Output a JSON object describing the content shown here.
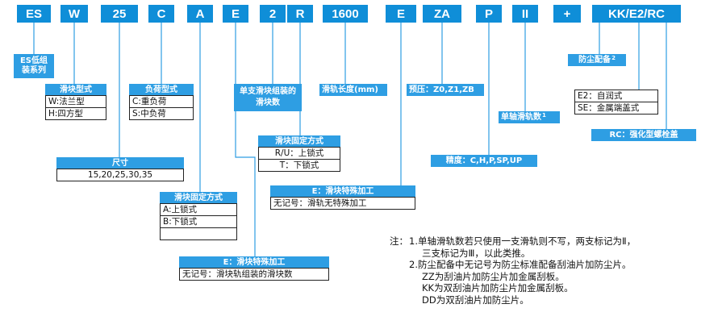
{
  "codes": [
    "ES",
    "W",
    "25",
    "C",
    "A",
    "E",
    "2",
    "R",
    "1600",
    "E",
    "ZA",
    "P",
    "II",
    "+",
    "KK/E2/RC"
  ],
  "labels": {
    "es_series": "ES低组装系列",
    "slider_type": "滑块型式",
    "load_type": "负荷型式",
    "single_rail_slider_count": "单支滑块组装的滑块数",
    "rail_length": "滑轨长度(mm)",
    "preload": "预压：Z0,Z1,ZB",
    "dust_accessory": "防尘配备",
    "dust_accessory_sup": "2",
    "size": "尺寸",
    "slider_fix": "滑块固定方式",
    "rail_fix": "滑块固定方式",
    "rail_special": "E：滑块特殊加工",
    "single_rail_count": "单轴滑轨数",
    "single_rail_count_sup": "1",
    "precision": "精度：C,H,P,SP,UP",
    "rc": "RC：强化型螺栓盖",
    "slider_special": "E：滑块特殊加工"
  },
  "tables": {
    "slider_type": [
      "W:法兰型",
      "H:四方型"
    ],
    "load_type": [
      "C:重负荷",
      "S:中负荷"
    ],
    "size": [
      "15,20,25,30,35"
    ],
    "slider_fix": [
      "A:上锁式",
      "B:下锁式",
      ""
    ],
    "rail_fix": [
      "R/U：上锁式",
      "T：下锁式"
    ],
    "rail_special": [
      "无记号：滑轨无特殊加工"
    ],
    "dust": [
      "E2：自润式",
      "SE：金属端盖式"
    ],
    "slider_special": [
      "无记号：滑块轨组装的滑块数"
    ]
  },
  "notes": {
    "prefix": "注：",
    "lines": [
      "1.单轴滑轨数若只使用一支滑轨则不写，两支标记为Ⅱ，",
      "三支标记为Ⅲ，以此类推。",
      "2.防尘配备中无记号为防尘标准配备刮油片加防尘片。",
      "ZZ为刮油片加防尘片加金属刮板。",
      "KK为双刮油片加防尘片加金属刮板。",
      "DD为双刮油片加防尘片。"
    ]
  },
  "colors": {
    "code_box": "#0f8ed8",
    "label_box": "#2e9ee3",
    "connector": "#2e9ee3"
  }
}
